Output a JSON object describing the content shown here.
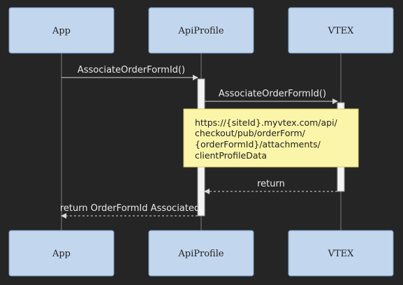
{
  "actors": {
    "app": "App",
    "apiprofile": "ApiProfile",
    "vtex": "VTEX"
  },
  "messages": {
    "m1": "AssociateOrderFormId()",
    "m2": "AssociateOrderFormId()",
    "m3": "return",
    "m4": "return OrderFormId Associated"
  },
  "note": {
    "lines": [
      "https://{siteId}.myvtex.com/api/",
      "checkout/pub/orderForm/",
      "{orderFormId}/attachments/",
      "clientProfileData"
    ]
  },
  "colors": {
    "actor_fill": "#c2d7ee",
    "actor_stroke": "#7a9cc6",
    "note_fill": "#fbf5a9",
    "lifeline": "#7a7a7a",
    "arrow": "#d8d8d8"
  }
}
